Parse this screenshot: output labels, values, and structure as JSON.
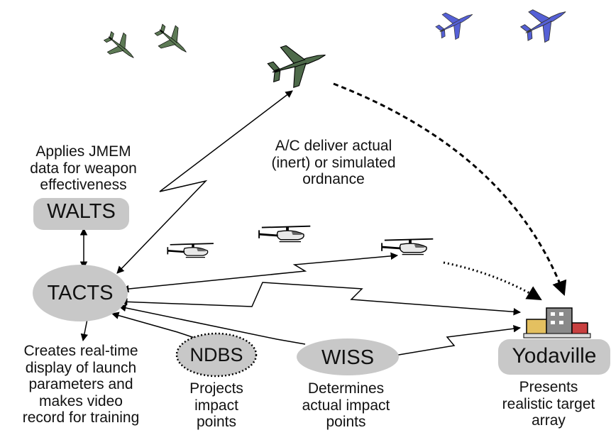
{
  "nodes": {
    "walts": "WALTS",
    "tacts": "TACTS",
    "ndbs": "NDBS",
    "wiss": "WISS",
    "yodaville": "Yodaville"
  },
  "captions": {
    "walts": "Applies JMEM\ndata for weapon\neffectiveness",
    "ordnance": "A/C deliver actual\n(inert) or simulated\nordnance",
    "tacts": "Creates real-time\ndisplay of launch\nparameters and\nmakes video\nrecord for training",
    "ndbs": "Projects\nimpact\npoints",
    "wiss": "Determines\nactual impact\npoints",
    "yodaville": "Presents\nrealistic target\narray"
  },
  "icons": [
    "jet-icon-green-1",
    "jet-icon-green-2",
    "jet-icon-blue-1",
    "jet-icon-blue-2",
    "jet-icon-large",
    "helicopter-icon-1",
    "helicopter-icon-2",
    "helicopter-icon-3",
    "target-buildings-icon"
  ],
  "colors": {
    "node_fill": "#c8c8c8",
    "link": "#000000",
    "jet_green": "#5d7a55",
    "jet_blue": "#5560d6"
  }
}
